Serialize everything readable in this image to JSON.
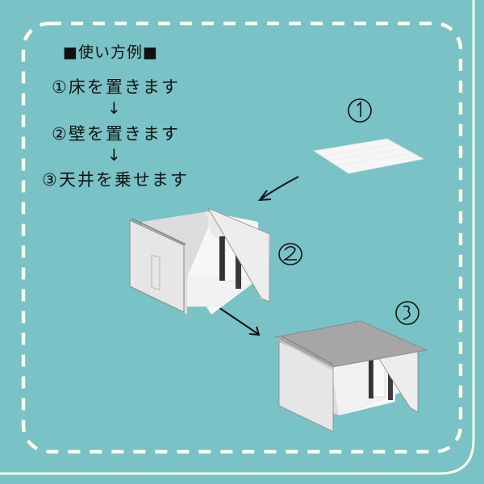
{
  "title": "■使い方例■",
  "steps": [
    {
      "label": "①床を置きます"
    },
    {
      "label": "②壁を置きます"
    },
    {
      "label": "③天井を乗せます"
    }
  ],
  "step_arrow": "↓",
  "illustrations": [
    {
      "number": "①",
      "depicts": "floor panel"
    },
    {
      "number": "②",
      "depicts": "room with walls, door and window"
    },
    {
      "number": "③",
      "depicts": "room with ceiling placed on top"
    }
  ],
  "colors": {
    "background": "#79c2c5",
    "border": "#fffbea",
    "text": "#111111",
    "wall": "#ececec",
    "ceiling": "#a6a6a6"
  }
}
